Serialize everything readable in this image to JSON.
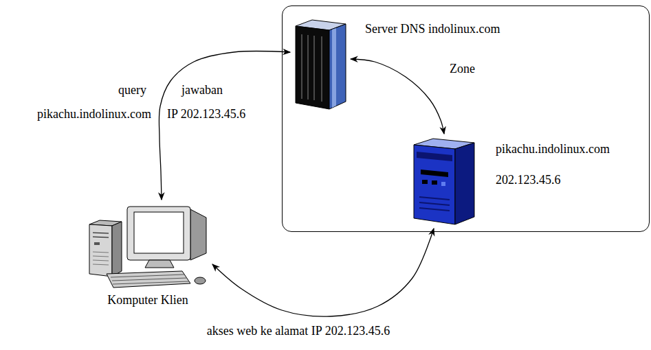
{
  "diagram": {
    "nodes": [
      {
        "text": []
      },
      {
        "text": [
          "Server DNS indolinux.com"
        ],
        "in": 0
      },
      {
        "text": [
          "pikachu.indolinux.com",
          "202.123.45.6"
        ],
        "in": 0
      },
      {
        "text": [
          "Komputer Klien"
        ]
      }
    ],
    "edges": [
      {
        "from": 1,
        "to": 3,
        "arrow": "both"
      },
      {
        "from": 1,
        "to": 2,
        "label": "Zone",
        "arrow": "both"
      },
      {
        "from": 3,
        "to": 2,
        "label": "akses web ke alamat IP 202.123.45.6",
        "arrow": "both"
      }
    ],
    "labels": [
      "query",
      "jawaban",
      "pikachu.indolinux.com",
      "IP 202.123.45.6"
    ]
  }
}
